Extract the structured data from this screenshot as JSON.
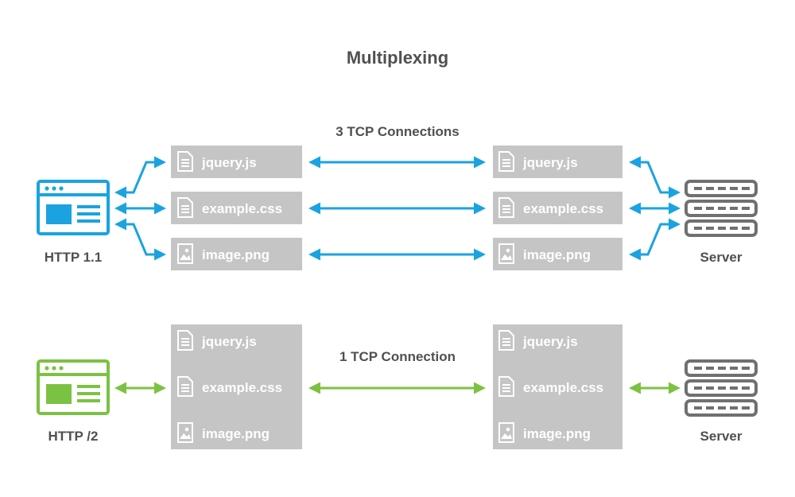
{
  "title": "Multiplexing",
  "http1": {
    "connections_label": "3 TCP Connections",
    "client_label": "HTTP 1.1",
    "server_label": "Server",
    "color": "#1aa3e0",
    "files": [
      {
        "name": "jquery.js",
        "icon": "document-icon"
      },
      {
        "name": "example.css",
        "icon": "document-icon"
      },
      {
        "name": "image.png",
        "icon": "image-icon"
      }
    ]
  },
  "http2": {
    "connections_label": "1 TCP Connection",
    "client_label": "HTTP /2",
    "server_label": "Server",
    "color": "#7cc242",
    "files": [
      {
        "name": "jquery.js",
        "icon": "document-icon"
      },
      {
        "name": "example.css",
        "icon": "document-icon"
      },
      {
        "name": "image.png",
        "icon": "image-icon"
      }
    ]
  },
  "colors": {
    "file_box": "#c5c5c5",
    "text_dark": "#505050",
    "server": "#707070"
  }
}
